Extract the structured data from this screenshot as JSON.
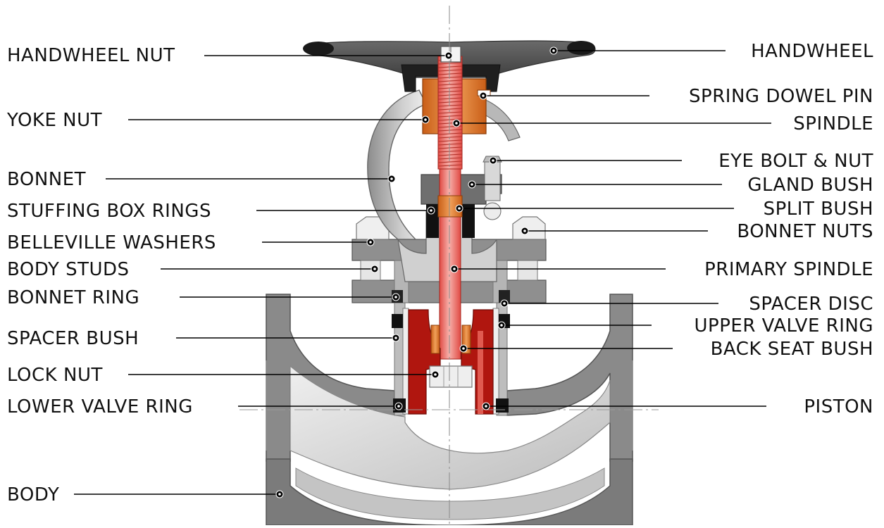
{
  "diagram": {
    "left_labels": [
      {
        "id": "handwheel-nut",
        "text": "HANDWHEEL NUT"
      },
      {
        "id": "yoke-nut",
        "text": "YOKE NUT"
      },
      {
        "id": "bonnet",
        "text": "BONNET"
      },
      {
        "id": "stuffing-box-rings",
        "text": "STUFFING BOX RINGS"
      },
      {
        "id": "belleville-washers",
        "text": "BELLEVILLE WASHERS"
      },
      {
        "id": "body-studs",
        "text": "BODY STUDS"
      },
      {
        "id": "bonnet-ring",
        "text": "BONNET RING"
      },
      {
        "id": "spacer-bush",
        "text": "SPACER BUSH"
      },
      {
        "id": "lock-nut",
        "text": "LOCK NUT"
      },
      {
        "id": "lower-valve-ring",
        "text": "LOWER VALVE RING"
      },
      {
        "id": "body",
        "text": "BODY"
      }
    ],
    "right_labels": [
      {
        "id": "handwheel",
        "text": "HANDWHEEL"
      },
      {
        "id": "spring-dowel-pin",
        "text": "SPRING DOWEL PIN"
      },
      {
        "id": "spindle",
        "text": "SPINDLE"
      },
      {
        "id": "eye-bolt-nut",
        "text": "EYE BOLT & NUT"
      },
      {
        "id": "gland-bush",
        "text": "GLAND BUSH"
      },
      {
        "id": "split-bush",
        "text": "SPLIT BUSH"
      },
      {
        "id": "bonnet-nuts",
        "text": "BONNET NUTS"
      },
      {
        "id": "primary-spindle",
        "text": "PRIMARY SPINDLE"
      },
      {
        "id": "spacer-disc",
        "text": "SPACER DISC"
      },
      {
        "id": "upper-valve-ring",
        "text": "UPPER VALVE RING"
      },
      {
        "id": "back-seat-bush",
        "text": "BACK SEAT BUSH"
      },
      {
        "id": "piston",
        "text": "PISTON"
      }
    ],
    "colors": {
      "cast_gray": "#9a9a9a",
      "light_gray": "#d8d8d8",
      "dark_gray": "#5a5a5a",
      "handwheel": "#5e5e5e",
      "spindle_red": "#e8706a",
      "bronze": "#d9732a",
      "piston_red": "#b0160f",
      "ring_black": "#111111"
    }
  }
}
